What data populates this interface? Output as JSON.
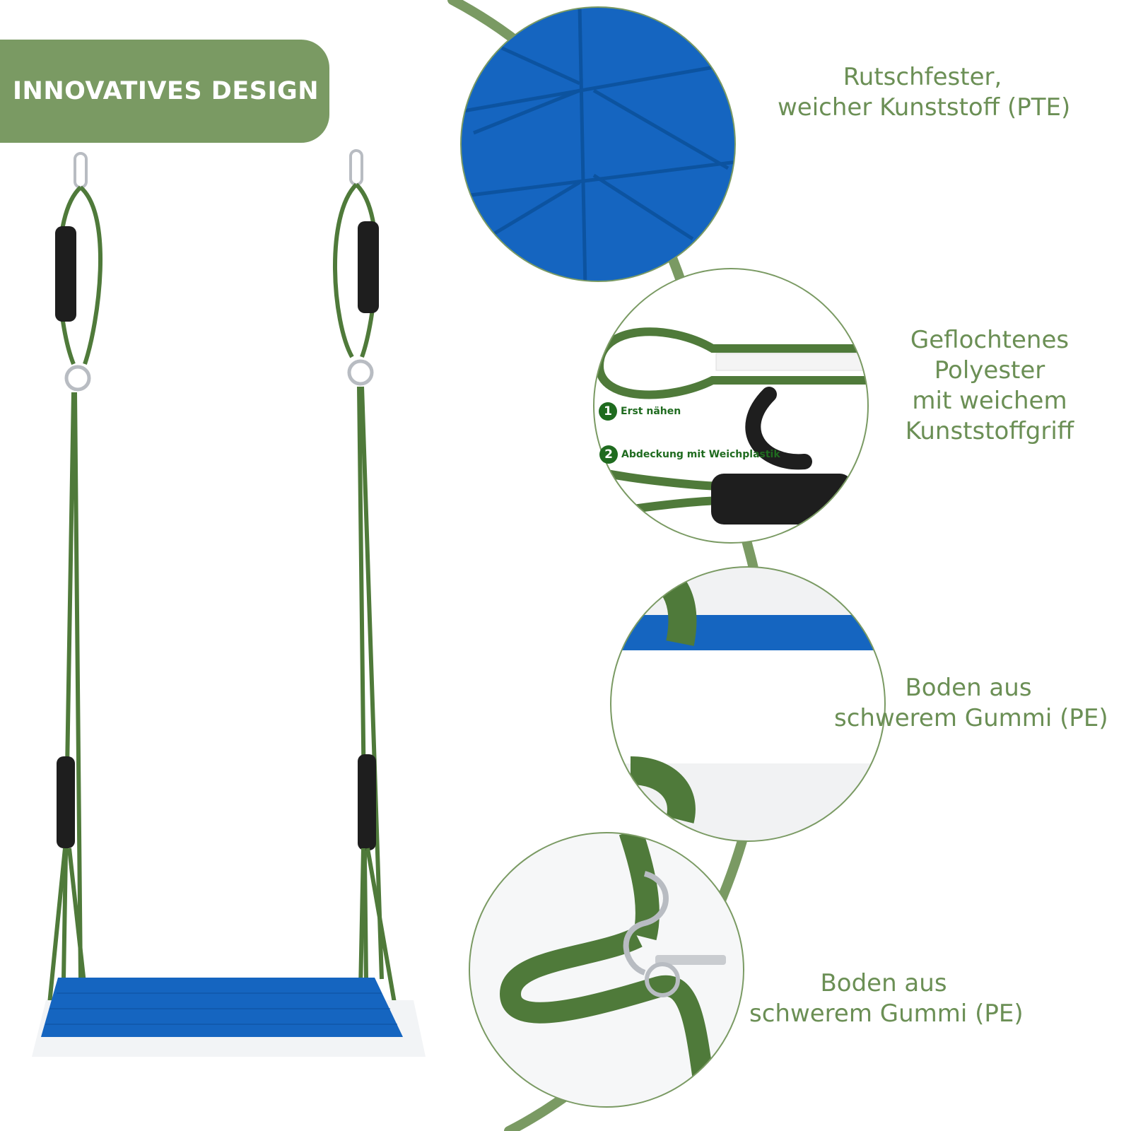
{
  "colors": {
    "accent_green": "#7a9a63",
    "banner_green": "#7a9a63",
    "label_green": "#6b8f55",
    "rope_green": "#4f7a3a",
    "seat_blue": "#1565c0",
    "seat_white": "#f2f4f6",
    "grip_black": "#1e1e1e",
    "metal": "#b8bcc2",
    "step_dark_green": "#1f6b1f"
  },
  "banner": {
    "text": "INNOVATIVES DESIGN"
  },
  "features": [
    {
      "lines": [
        "Rutschfester,",
        "weicher Kunststoff (PTE)"
      ],
      "icon": "textured-seat-closeup"
    },
    {
      "lines": [
        "Geflochtenes",
        "Polyester",
        "mit weichem",
        "Kunststoffgriff"
      ],
      "icon": "braided-rope-closeup"
    },
    {
      "lines": [
        "Boden aus",
        "schwerem Gummi (PE)"
      ],
      "icon": "seat-base-closeup"
    },
    {
      "lines": [
        "Boden aus",
        "schwerem Gummi (PE)"
      ],
      "icon": "hook-closeup"
    }
  ],
  "steps": [
    {
      "number": "1",
      "label": "Erst nähen"
    },
    {
      "number": "2",
      "label": "Abdeckung mit Weichplastik"
    }
  ],
  "product": {
    "icon": "swing-illustration"
  }
}
